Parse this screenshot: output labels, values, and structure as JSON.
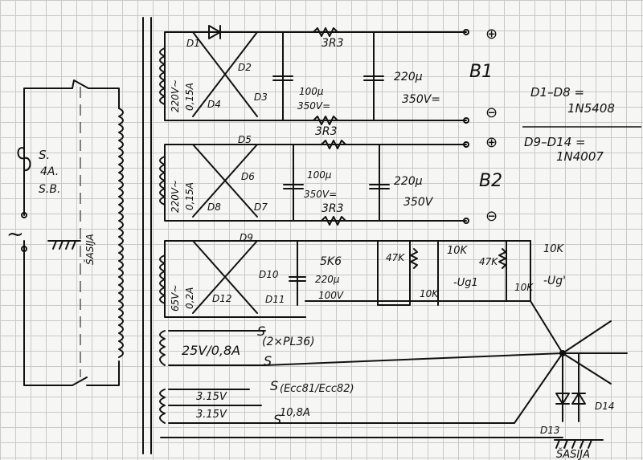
{
  "mains": {
    "fuse_symbol": "S",
    "fuse_prefix": "S.",
    "fuse_rating": "4A.",
    "fuse_type": "S.B.",
    "ac_symbol": "~",
    "chassis_left": "ŠASIJA"
  },
  "windings": {
    "w1_voltage": "220V~",
    "w1_current": "0,15A",
    "w2_voltage": "220V~",
    "w2_current": "0,15A",
    "w3_voltage": "65V~",
    "w3_current": "0,2A"
  },
  "components": {
    "r1": "3R3",
    "r2": "3R3",
    "r3": "3R3",
    "r4": "5K6",
    "c1_val": "100µ",
    "c1_v": "350V=",
    "c2_val": "220µ",
    "c2_v": "350V=",
    "c3_val": "100µ",
    "c3_v": "350V=",
    "c4_val": "220µ",
    "c4_v": "350V",
    "c5_val": "220µ",
    "c5_v": "100V",
    "pot1": "47K",
    "pot2": "47K",
    "r5": "10K",
    "r6": "10K",
    "r7": "10K",
    "r8": "10K",
    "ug1": "-Ug1",
    "ug2": "-Ug'"
  },
  "diodes": {
    "d1": "D1",
    "d2": "D2",
    "d3": "D3",
    "d4": "D4",
    "d5": "D5",
    "d6": "D6",
    "d7": "D7",
    "d8": "D8",
    "d9": "D9",
    "d10": "D10",
    "d11": "D11",
    "d12": "D12",
    "d13": "D13",
    "d14": "D14"
  },
  "supplies": {
    "b1": "B1",
    "b2": "B2",
    "plus": "⊕",
    "minus": "⊖"
  },
  "heaters": {
    "h1": "25V/0,8A",
    "h1_note": "(2×PL36)",
    "h2": "3.15V",
    "h2_note": "(Ecc81/Ecc82)",
    "h3": "3.15V",
    "h3_note": "10,8A",
    "f": "S"
  },
  "notes": {
    "n1_range": "D1–D8 =",
    "n1_part": "1N5408",
    "n2_range": "D9–D14 =",
    "n2_part": "1N4007"
  },
  "chassis_bottom": "ŠASIJA"
}
